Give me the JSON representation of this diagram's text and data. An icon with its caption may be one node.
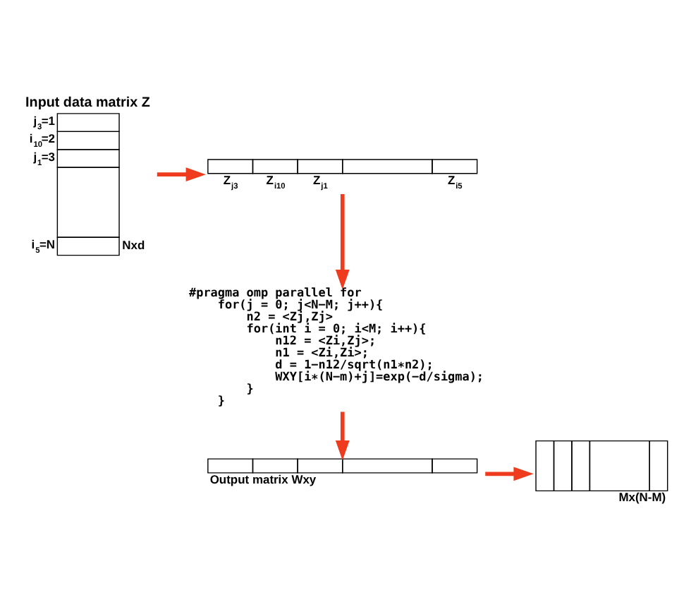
{
  "diagram": {
    "nodes": [
      {
        "text": [
          "Input data matrix Z",
          "j$_{3}$=1",
          "i$_{10}$=2",
          "j$_{1}$=3",
          "i$_{5}$=N",
          "Nxd"
        ]
      },
      {
        "text": [],
        "shape": "bar",
        "beside": [
          "Z$_{j3}$",
          "Z$_{i10}$",
          "Z$_{j1}$",
          "Z$_{i5}$"
        ]
      },
      {
        "text": [
          "#pragma omp parallel for",
          "    for(j = 0; j<N−M; j++){",
          "        n2 = <Zj,Zj>",
          "        for(int i = 0; i<M; i++){",
          "            n12 = <Zi,Zj>;",
          "            n1 = <Zi,Zi>;",
          "            d = 1−n12/sqrt(n1∗n2);",
          "            WXY[i∗(N−m)+j]=exp(−d/sigma);",
          "        }",
          "    }"
        ]
      },
      {
        "text": [],
        "shape": "bar",
        "beside": [
          "Output matrix Wxy"
        ]
      },
      {
        "text": [],
        "shape": "box",
        "beside": [
          "Mx(N-M)"
        ]
      }
    ],
    "edges": [
      {
        "from": 0,
        "to": 1,
        "arrow": "to",
        "color": "#f03c1e"
      },
      {
        "from": 1,
        "to": 2,
        "arrow": "to",
        "color": "#f03c1e"
      },
      {
        "from": 2,
        "to": 3,
        "arrow": "to",
        "color": "#f03c1e"
      },
      {
        "from": 3,
        "to": 4,
        "arrow": "to",
        "color": "#f03c1e"
      }
    ]
  }
}
